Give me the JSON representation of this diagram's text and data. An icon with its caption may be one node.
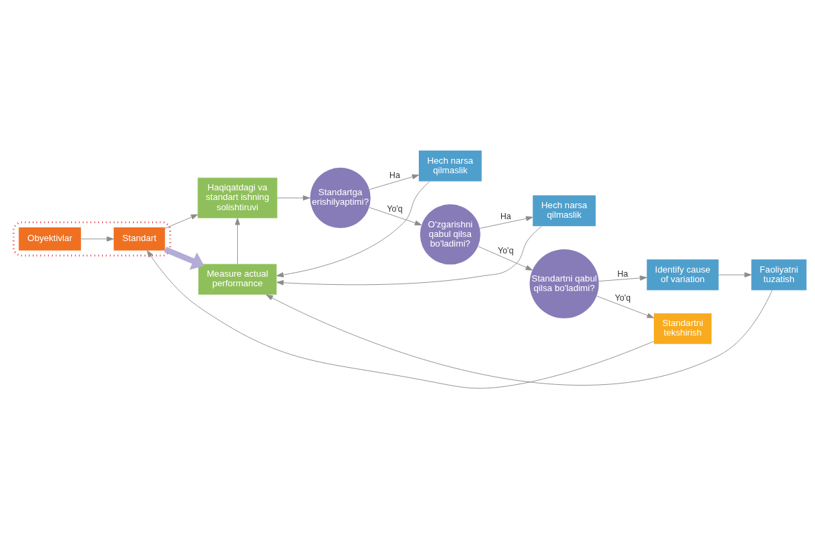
{
  "diagram": {
    "nodes": [
      {
        "text": [],
        "shape": "box"
      },
      {
        "text": [
          "Obyektivlar"
        ],
        "in": 0
      },
      {
        "text": [
          "Standart"
        ],
        "in": 0
      },
      {
        "text": [
          "Haqiqatdagi va standart ishning solishtiruvi"
        ]
      },
      {
        "text": [
          "Measure actual performance"
        ]
      },
      {
        "text": [
          "Standartga erishilyaptimi?"
        ]
      },
      {
        "text": [
          "Hech narsa qilmaslik"
        ]
      },
      {
        "text": [
          "O'zgarishni qabul qilsa bo'ladimi?"
        ]
      },
      {
        "text": [
          "Hech narsa qilmaslik"
        ]
      },
      {
        "text": [
          "Standartni qabul qilsa bo'ladimi?"
        ]
      },
      {
        "text": [
          "Identify cause of variation"
        ]
      },
      {
        "text": [
          "Standartni tekshirish"
        ]
      },
      {
        "text": [
          "Faoliyatni tuzatish"
        ]
      }
    ],
    "edges": [
      {
        "from": 1,
        "to": 2,
        "arrow": "to"
      },
      {
        "from": 2,
        "to": 3,
        "arrow": "to"
      },
      {
        "from": 4,
        "to": 3,
        "arrow": "to"
      },
      {
        "from": 2,
        "to": 4,
        "arrow": "to",
        "style": "thick",
        "color": "#b3acd6"
      },
      {
        "from": 3,
        "to": 5,
        "arrow": "to"
      },
      {
        "from": 5,
        "to": 6,
        "arrow": "to",
        "label": "Ha"
      },
      {
        "from": 5,
        "to": 7,
        "arrow": "to",
        "label": "Yo'q"
      },
      {
        "from": 7,
        "to": 8,
        "arrow": "to",
        "label": "Ha"
      },
      {
        "from": 7,
        "to": 9,
        "arrow": "to",
        "label": "Yo'q"
      },
      {
        "from": 9,
        "to": 10,
        "arrow": "to",
        "label": "Ha"
      },
      {
        "from": 9,
        "to": 11,
        "arrow": "to",
        "label": "Yo'q"
      },
      {
        "from": 10,
        "to": 12,
        "arrow": "to"
      },
      {
        "from": 11,
        "to": 2,
        "arrow": "to"
      },
      {
        "from": 12,
        "to": 4,
        "arrow": "to"
      },
      {
        "from": 8,
        "to": 4,
        "arrow": "to"
      },
      {
        "from": 6,
        "to": 4,
        "arrow": "to"
      }
    ]
  }
}
